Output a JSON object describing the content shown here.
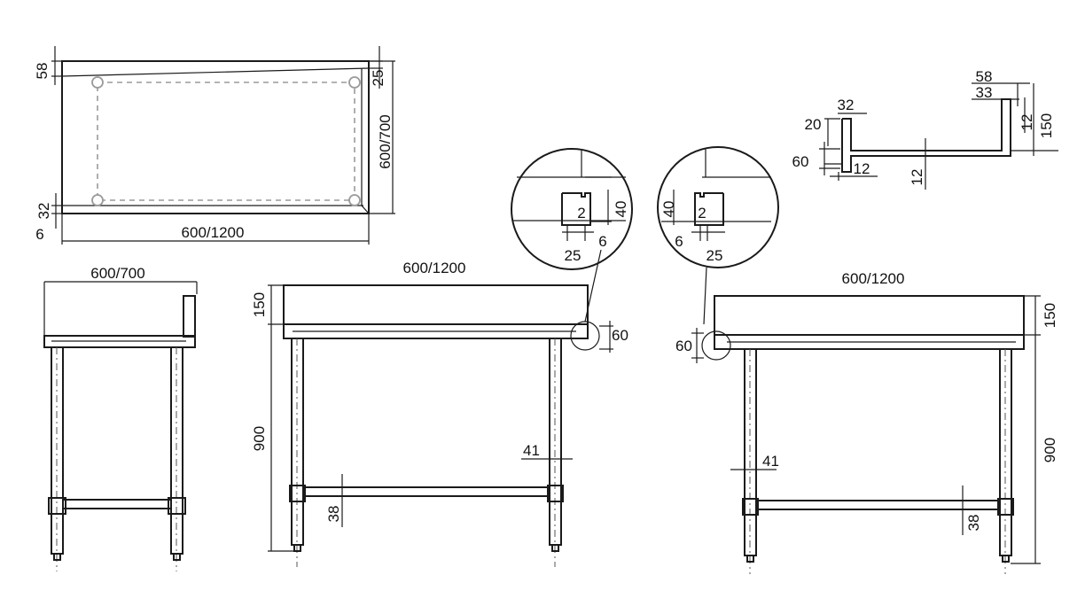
{
  "top_view": {
    "d_58": "58",
    "d_25": "25",
    "d_depth": "600/700",
    "d_32": "32",
    "d_6": "6",
    "d_width": "600/1200"
  },
  "side_view": {
    "d_depth": "600/700"
  },
  "front_view": {
    "d_width": "600/1200",
    "d_150": "150",
    "d_900": "900",
    "d_60": "60",
    "d_41": "41",
    "d_38": "38"
  },
  "detail_a": {
    "d_2": "2",
    "d_40": "40",
    "d_6": "6",
    "d_25": "25"
  },
  "detail_b": {
    "d_40": "40",
    "d_2": "2",
    "d_6": "6",
    "d_25": "25"
  },
  "back_view": {
    "d_width": "600/1200",
    "d_150": "150",
    "d_900": "900",
    "d_60": "60",
    "d_41": "41",
    "d_38": "38"
  },
  "section_detail": {
    "d_58": "58",
    "d_33": "33",
    "d_32": "32",
    "d_20": "20",
    "d_60": "60",
    "d_12a": "12",
    "d_12b": "12",
    "d_12c": "12",
    "d_150": "150"
  }
}
